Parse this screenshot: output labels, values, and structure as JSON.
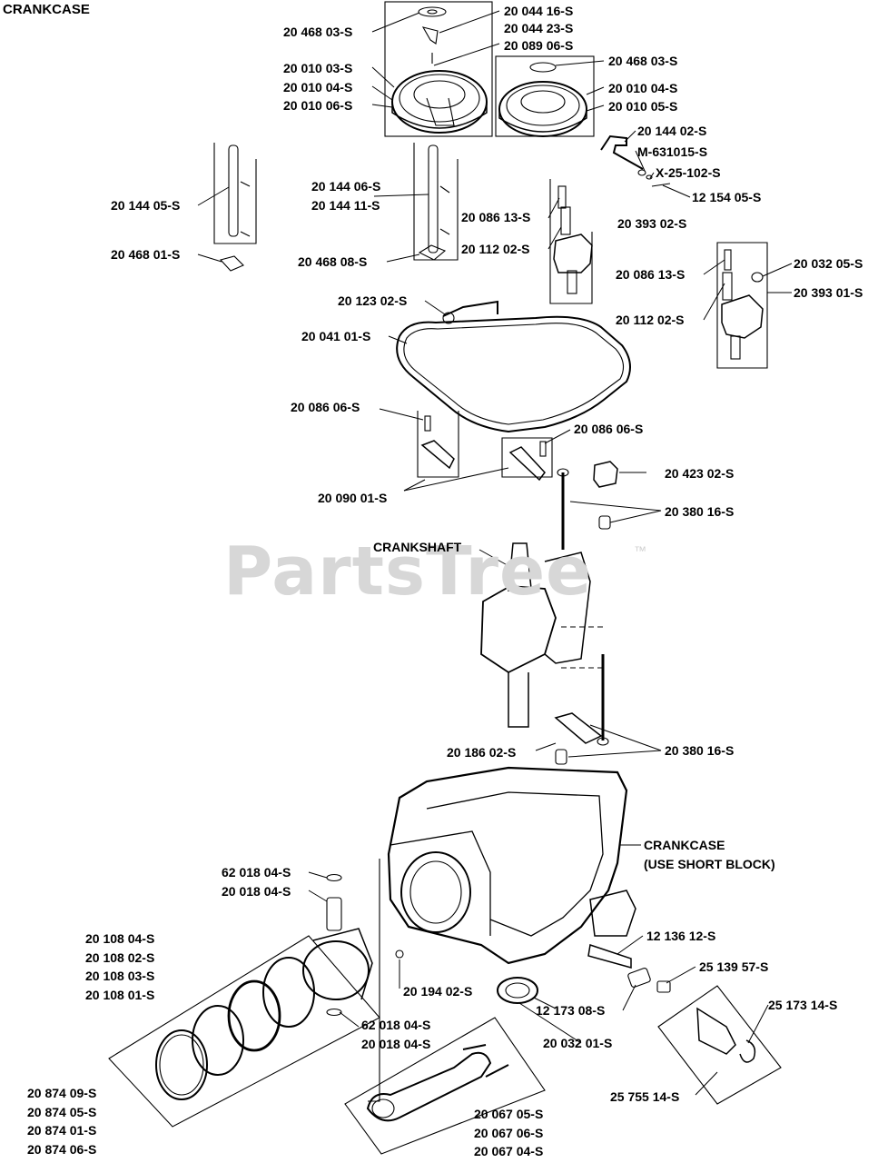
{
  "title": "CRANKCASE",
  "watermark": "PartsTree",
  "watermark_tm": "™",
  "labels": {
    "p_2046803_top": "20 468 03-S",
    "p_2004416": "20 044 16-S",
    "p_2004423": "20 044 23-S",
    "p_2008906": "20 089 06-S",
    "p_2001003": "20 010 03-S",
    "p_2001004_l": "20 010 04-S",
    "p_2001006": "20 010 06-S",
    "p_2046803_r": "20 468 03-S",
    "p_2001004_r": "20 010 04-S",
    "p_2001005": "20 010 05-S",
    "p_2014402": "20 144 02-S",
    "p_m631015": "M-631015-S",
    "p_x25102": "X-25-102-S",
    "p_1215405": "12 154 05-S",
    "p_2014405": "20 144 05-S",
    "p_2046801": "20 468 01-S",
    "p_2014406": "20 144 06-S",
    "p_2014411": "20 144 11-S",
    "p_2046808": "20 468 08-S",
    "p_2008613_a": "20 086 13-S",
    "p_2011202_a": "20 112 02-S",
    "p_2039302": "20 393 02-S",
    "p_2008613_b": "20 086 13-S",
    "p_2011202_b": "20 112 02-S",
    "p_2003205": "20 032 05-S",
    "p_2039301": "20 393 01-S",
    "p_2012302": "20 123 02-S",
    "p_2004101": "20 041 01-S",
    "p_2008606_l": "20 086 06-S",
    "p_2008606_r": "20 086 06-S",
    "p_2042302": "20 423 02-S",
    "p_2009001": "20 090 01-S",
    "p_2038016_a": "20 380 16-S",
    "crankshaft": "CRANKSHAFT",
    "p_2018602": "20 186 02-S",
    "p_2038016_b": "20 380 16-S",
    "crankcase_1": "CRANKCASE",
    "crankcase_2": "(USE SHORT BLOCK)",
    "p_6201804_a": "62 018 04-S",
    "p_2001804_a": "20 018 04-S",
    "p_1213612": "12 136 12-S",
    "p_2513957": "25 139 57-S",
    "p_2010804": "20 108 04-S",
    "p_2010802": "20 108 02-S",
    "p_2010803": "20 108 03-S",
    "p_2010801": "20 108 01-S",
    "p_2019402": "20 194 02-S",
    "p_1217308": "12 173 08-S",
    "p_2517314": "25 173 14-S",
    "p_6201804_b": "62 018 04-S",
    "p_2001804_b": "20 018 04-S",
    "p_2003201": "20 032 01-S",
    "p_2575514": "25 755 14-S",
    "p_2087409": "20 874 09-S",
    "p_2087405": "20 874 05-S",
    "p_2087401": "20 874 01-S",
    "p_2087406": "20 874 06-S",
    "p_2006705": "20 067 05-S",
    "p_2006706": "20 067 06-S",
    "p_2006704": "20 067 04-S"
  }
}
